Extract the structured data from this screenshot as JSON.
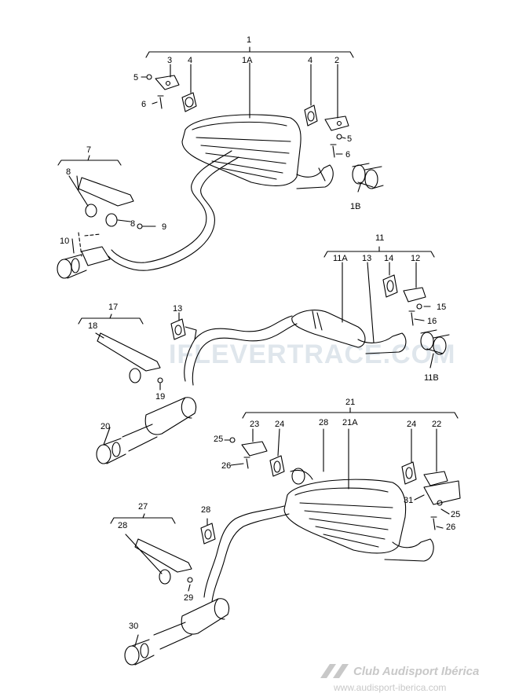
{
  "watermark": "IFLEVERTRACE.COM",
  "footer": {
    "brand": "Club Audisport Ibérica",
    "url": "www.audisport-iberica.com"
  },
  "labels": {
    "g1": {
      "l1": "1",
      "l1a": "1A",
      "l2": "2",
      "l3": "3",
      "l4a": "4",
      "l4b": "4",
      "l5a": "5",
      "l5b": "5",
      "l6a": "6",
      "l6b": "6",
      "l1b": "1B",
      "l7": "7",
      "l8a": "8",
      "l8b": "8",
      "l9": "9",
      "l10": "10"
    },
    "g2": {
      "l11": "11",
      "l11a": "11A",
      "l13a": "13",
      "l14": "14",
      "l12": "12",
      "l15": "15",
      "l16": "16",
      "l11b": "11B",
      "l13b": "13",
      "l17": "17",
      "l18": "18",
      "l19": "19",
      "l20": "20"
    },
    "g3": {
      "l21": "21",
      "l23": "23",
      "l24a": "24",
      "l28a": "28",
      "l21a": "21A",
      "l24b": "24",
      "l22": "22",
      "l25a": "25",
      "l25b": "25",
      "l26a": "26",
      "l26b": "26",
      "l31": "31",
      "l27": "27",
      "l28b": "28",
      "l28c": "28",
      "l29": "29",
      "l30": "30"
    }
  }
}
